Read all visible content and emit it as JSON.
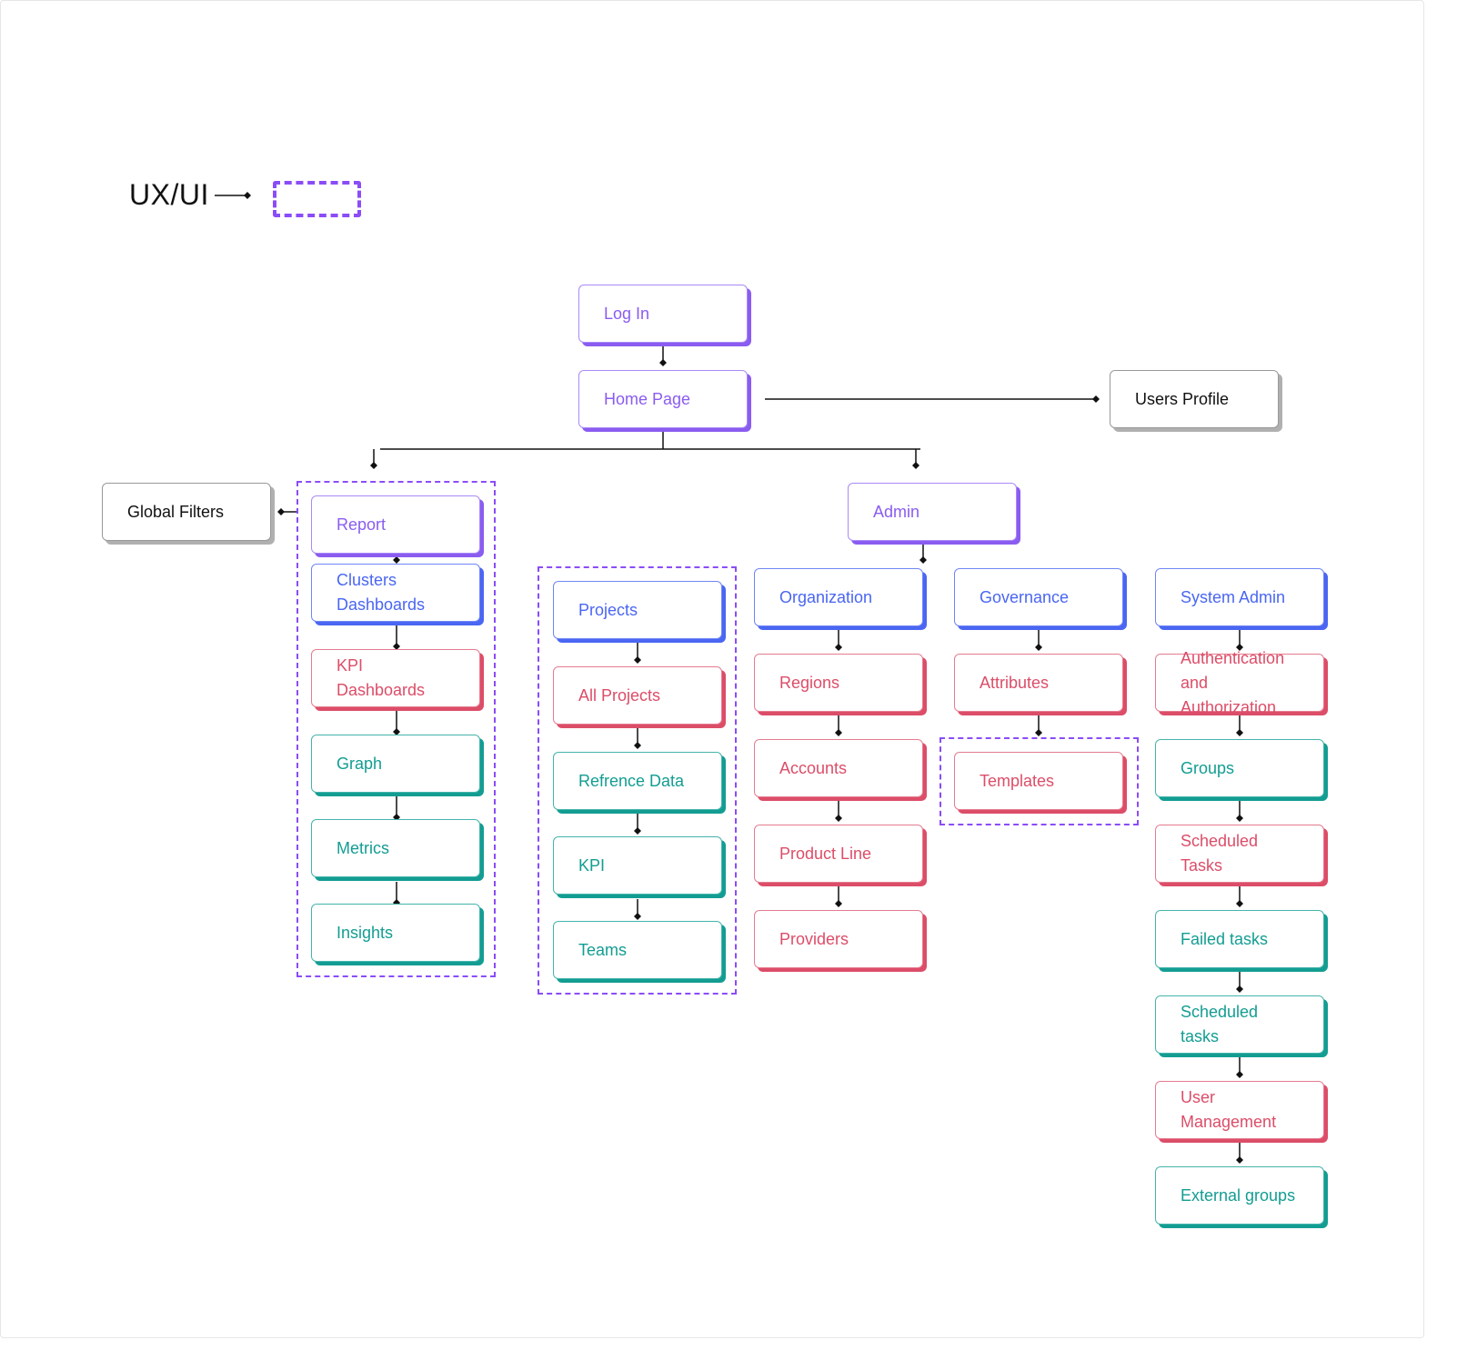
{
  "legend": {
    "title": "UX/UI"
  },
  "colors": {
    "purple": "#8a5cf0",
    "blue": "#4a66f2",
    "red": "#dc4d68",
    "teal": "#139d92",
    "gray": "#b0b0b0",
    "group_dash": "#8b4cf7"
  },
  "nodes": {
    "log_in": "Log In",
    "home_page": "Home Page",
    "users_profile": "Users Profile",
    "global_filters": "Global Filters",
    "report": "Report",
    "clusters_dashboards": "Clusters\nDashboards",
    "kpi_dashboards": "KPI\nDashboards",
    "graph": "Graph",
    "metrics": "Metrics",
    "insights": "Insights",
    "projects": "Projects",
    "all_projects": "All Projects",
    "refrence_data": "Refrence Data",
    "kpi": "KPI",
    "teams": "Teams",
    "admin": "Admin",
    "organization": "Organization",
    "regions": "Regions",
    "accounts": "Accounts",
    "product_line": "Product Line",
    "providers": "Providers",
    "governance": "Governance",
    "attributes": "Attributes",
    "templates": "Templates",
    "system_admin": "System Admin",
    "authentication_and_authorization": "Authentication\nand\nAuthorization",
    "groups": "Groups",
    "scheduled_tasks_upper": "Scheduled\nTasks",
    "failed_tasks": "Failed tasks",
    "scheduled_tasks_lower": "Scheduled\ntasks",
    "user_management": "User\nManagement",
    "external_groups": "External groups"
  }
}
